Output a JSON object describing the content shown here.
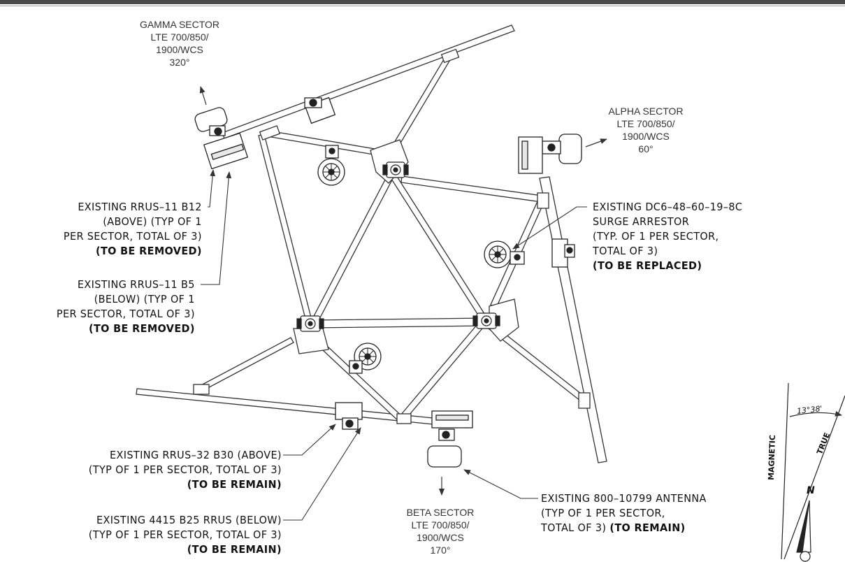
{
  "sectors": {
    "gamma": {
      "name": "GAMMA SECTOR",
      "bands_1": "LTE 700/850/",
      "bands_2": "1900/WCS",
      "azimuth": "320°"
    },
    "alpha": {
      "name": "ALPHA SECTOR",
      "bands_1": "LTE 700/850/",
      "bands_2": "1900/WCS",
      "azimuth": "60°"
    },
    "beta": {
      "name": "BETA SECTOR",
      "bands_1": "LTE 700/850/",
      "bands_2": "1900/WCS",
      "azimuth": "170°"
    }
  },
  "callouts": {
    "rrus11_b12": {
      "line1": "EXISTING RRUS–11 B12",
      "line2": "(ABOVE) (TYP OF 1",
      "line3": "PER SECTOR, TOTAL OF 3)",
      "status": "(TO BE REMOVED)"
    },
    "rrus11_b5": {
      "line1": "EXISTING RRUS–11 B5",
      "line2": "(BELOW) (TYP OF 1",
      "line3": "PER SECTOR, TOTAL OF 3)",
      "status": "(TO BE REMOVED)"
    },
    "surge": {
      "line1": "EXISTING DC6–48–60–19–8C",
      "line2": "SURGE ARRESTOR",
      "line3": "(TYP. OF 1 PER SECTOR,",
      "line4": "TOTAL OF 3)",
      "status": "(TO BE REPLACED)"
    },
    "rrus32_b30": {
      "line1": "EXISTING RRUS–32 B30 (ABOVE)",
      "line2": "(TYP OF 1 PER SECTOR, TOTAL OF 3)",
      "status": "(TO BE REMAIN)"
    },
    "rrus4415": {
      "line1": "EXISTING 4415 B25 RRUS (BELOW)",
      "line2": "(TYP OF 1 PER SECTOR, TOTAL OF 3)",
      "status": "(TO BE REMAIN)"
    },
    "antenna": {
      "line1": "EXISTING 800–10799 ANTENNA",
      "line2": "(TYP OF 1 PER SECTOR,",
      "line3": "TOTAL OF 3)",
      "status": "(TO REMAIN)"
    }
  },
  "north_arrow": {
    "angle": "13°38'",
    "magnetic": "MAGNETIC",
    "true": "TRUE",
    "north": "N"
  }
}
